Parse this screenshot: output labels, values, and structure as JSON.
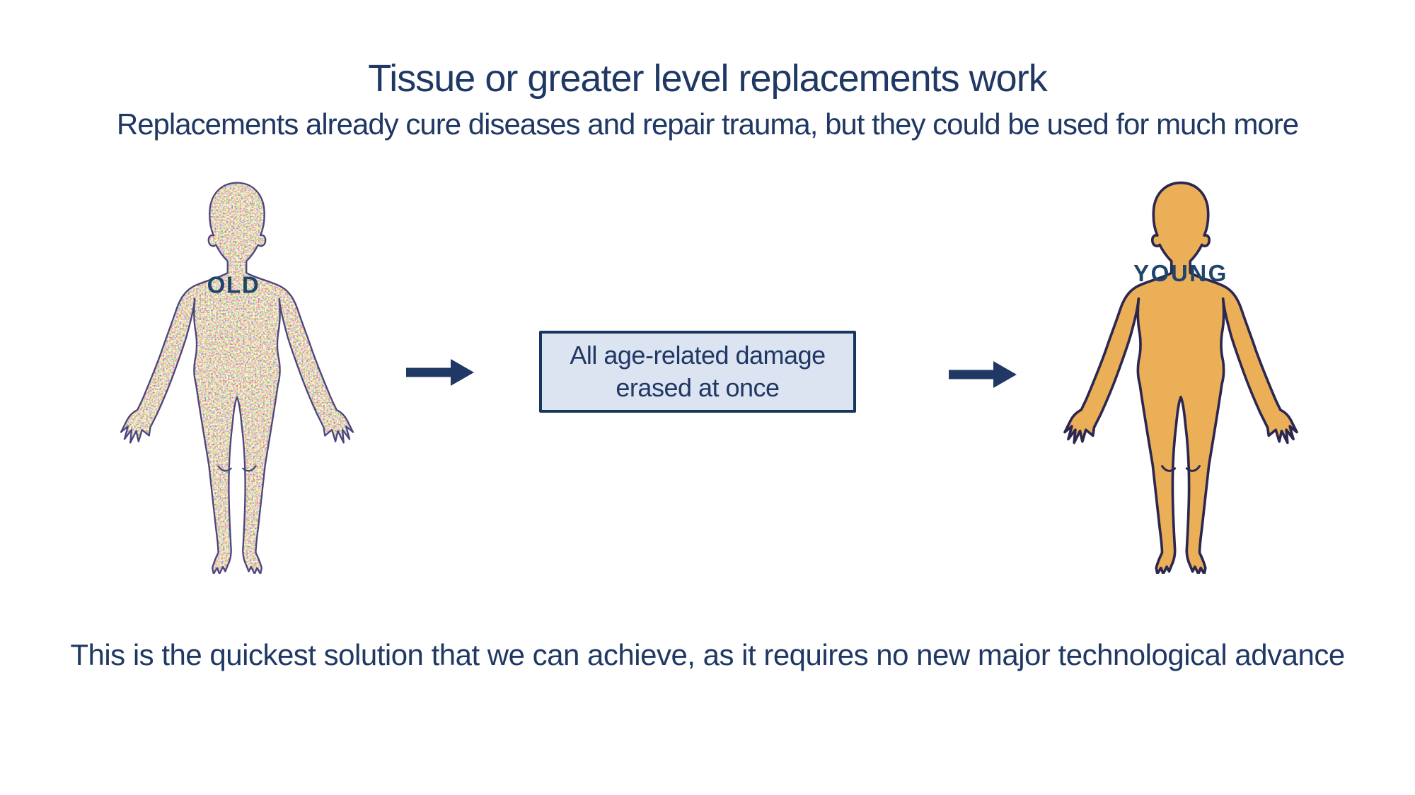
{
  "diagram": {
    "title": "Tissue or greater level replacements work",
    "subtitle": "Replacements already cure diseases and repair trauma, but they could be used for much more",
    "footnote": "This is the quickest solution that we can achieve, as it requires no new major technological advance",
    "old_figure": {
      "label": "OLD",
      "style": "speckled-aged-body"
    },
    "young_figure": {
      "label": "YOUNG",
      "style": "solid-young-body"
    },
    "process_box": {
      "line1": "All age-related damage",
      "line2": "erased at once"
    },
    "icons": {
      "left_arrow": "arrow-right-icon",
      "right_arrow": "arrow-right-icon"
    },
    "colors": {
      "text_navy": "#1f3864",
      "box_fill": "#dce3f1",
      "box_border": "#17365d",
      "arrow_fill": "#1f3864",
      "young_body_fill": "#eaaf57",
      "body_outline": "#2b2750",
      "old_outline": "#4b4580",
      "old_body_base": "#fbf4e6",
      "label_color": "#1f4569"
    }
  }
}
